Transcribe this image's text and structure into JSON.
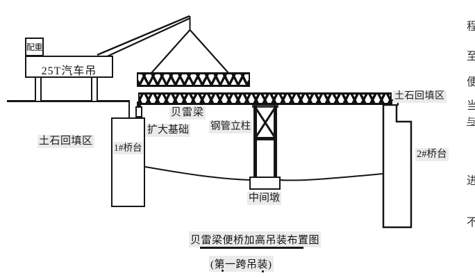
{
  "colors": {
    "line": "#151515",
    "label_bg": "#ebebeb",
    "canvas": "#ffffff"
  },
  "diagram": {
    "crane": {
      "counterweight_label": "配重",
      "body_label": "25T汽车吊"
    },
    "labels": {
      "backfill_left": "土石回填区",
      "bailey_beam": "贝雷梁",
      "enlarged_foundation": "扩大基础",
      "steel_pipe_column": "钢管立柱",
      "abutment1": "1#桥台",
      "backfill_right": "土石回填区",
      "abutment2": "2#桥台",
      "middle_pier": "中间墩"
    },
    "caption": {
      "title": "贝雷梁便桥加高吊装布置图",
      "subtitle": "(第一跨吊装)"
    }
  },
  "clipped_text_right_edge": {
    "chars": [
      "程",
      "至",
      "便",
      "当",
      "与",
      "进",
      "不"
    ]
  }
}
